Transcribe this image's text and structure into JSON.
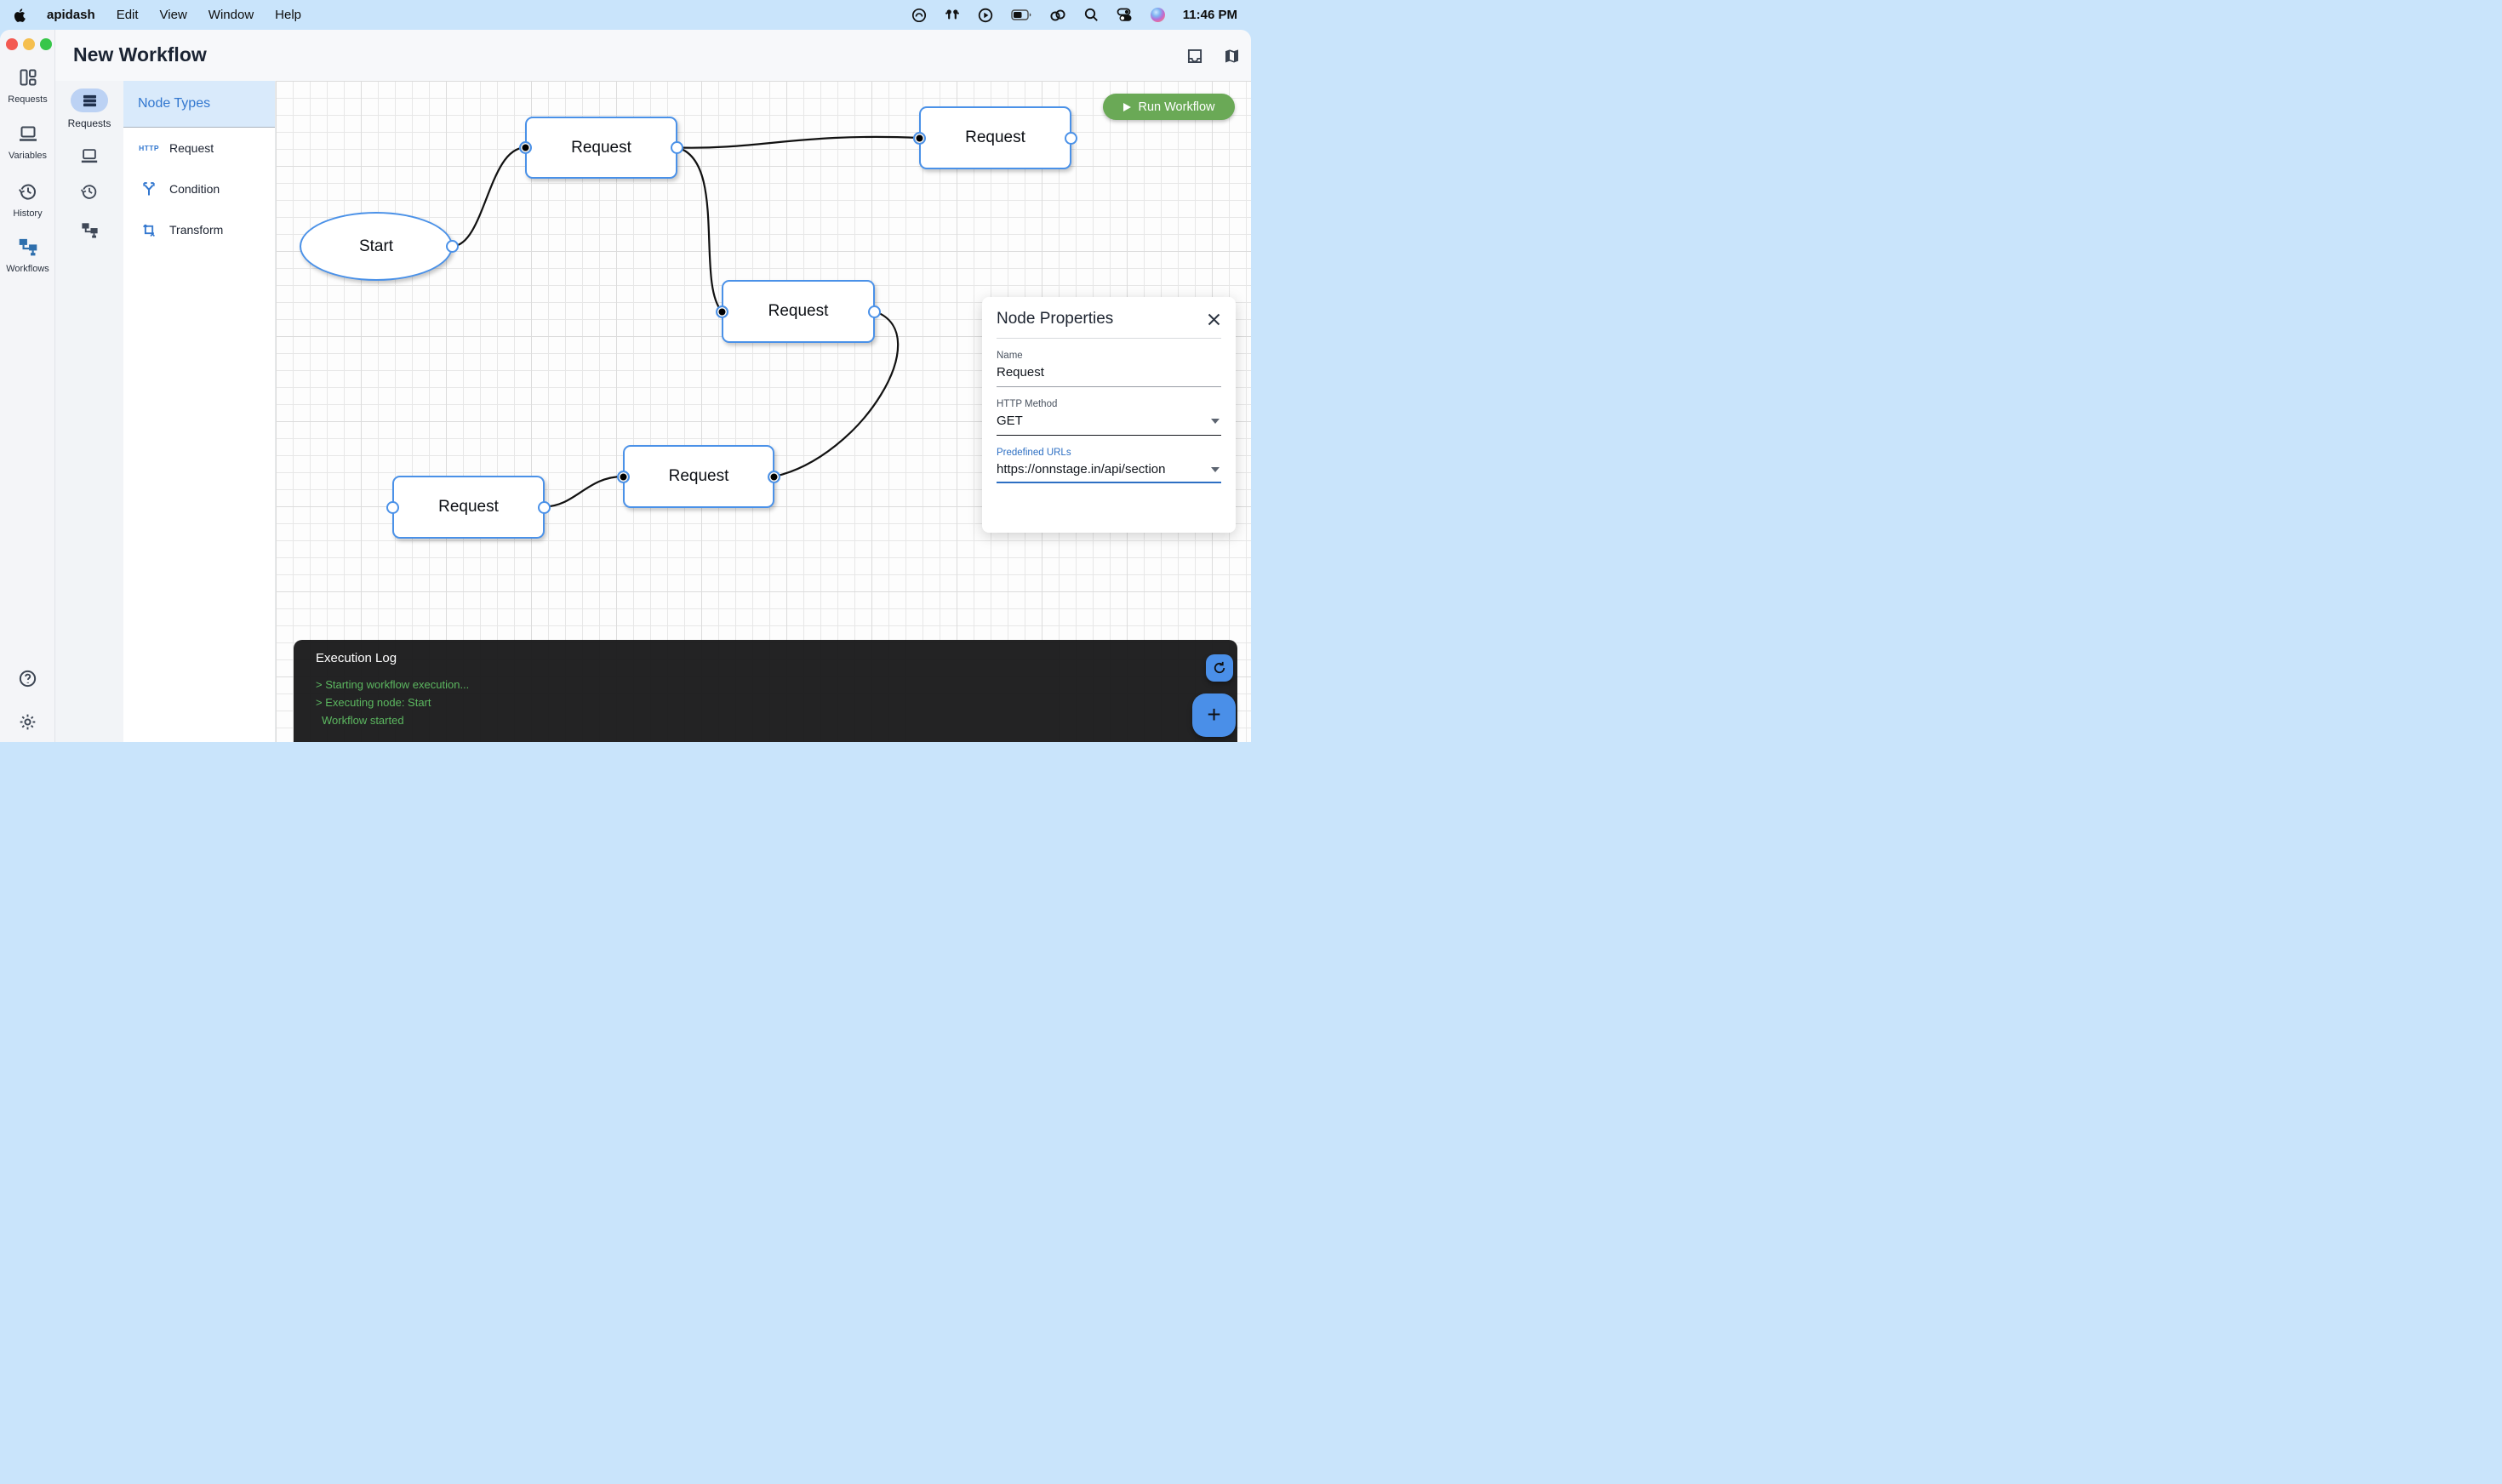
{
  "menu_bar": {
    "app_name": "apidash",
    "menus": [
      "Edit",
      "View",
      "Window",
      "Help"
    ],
    "time": "11:46 PM",
    "status_icons": [
      "creative-cloud",
      "airpods",
      "play-circle",
      "battery",
      "link-rings",
      "search",
      "control-center",
      "siri"
    ]
  },
  "window": {
    "title": "New Workflow"
  },
  "left_sidebar": {
    "items": [
      {
        "icon": "requests-icon",
        "label": "Requests"
      },
      {
        "icon": "variables-icon",
        "label": "Variables"
      },
      {
        "icon": "history-icon",
        "label": "History"
      },
      {
        "icon": "workflows-icon",
        "label": "Workflows",
        "active": true
      }
    ]
  },
  "secondary_sidebar": {
    "active_item_label": "Requests"
  },
  "node_types": {
    "title": "Node Types",
    "items": [
      {
        "icon": "http",
        "label": "Request"
      },
      {
        "icon": "condition",
        "label": "Condition"
      },
      {
        "icon": "transform",
        "label": "Transform"
      }
    ]
  },
  "toolbar": {
    "run_button": "Run Workflow"
  },
  "canvas": {
    "nodes": [
      {
        "type": "start",
        "label": "Start"
      },
      {
        "type": "request",
        "label": "Request"
      },
      {
        "type": "request",
        "label": "Request"
      },
      {
        "type": "request",
        "label": "Request"
      },
      {
        "type": "request",
        "label": "Request"
      },
      {
        "type": "request",
        "label": "Request"
      }
    ]
  },
  "properties_panel": {
    "title": "Node Properties",
    "name_label": "Name",
    "name_value": "Request",
    "method_label": "HTTP Method",
    "method_value": "GET",
    "urls_label": "Predefined URLs",
    "urls_value": "https://onnstage.in/api/section"
  },
  "execution_log": {
    "title": "Execution Log",
    "lines": [
      "> Starting workflow execution...",
      "> Executing node: Start",
      "Workflow started"
    ]
  },
  "colors": {
    "accent_blue": "#4a91e8",
    "run_green": "#6aa956",
    "log_green": "#5cb860",
    "menu_blue": "#c9e4fb"
  }
}
